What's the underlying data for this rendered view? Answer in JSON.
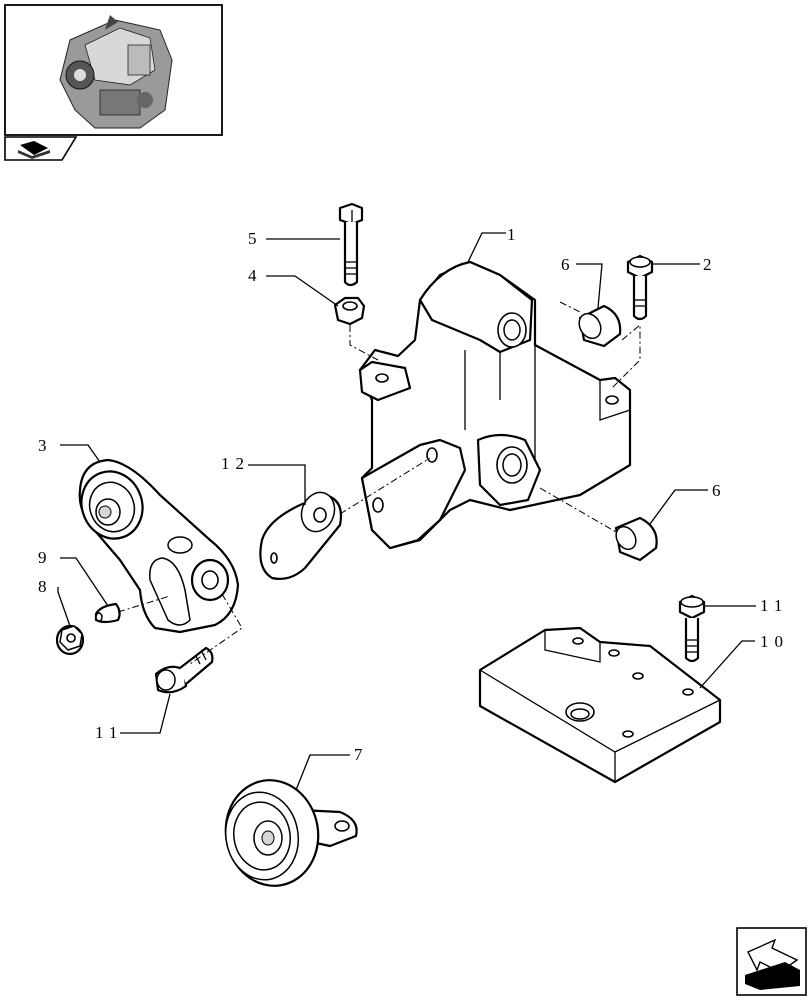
{
  "callouts": [
    {
      "id": "c1",
      "label": "1"
    },
    {
      "id": "c2",
      "label": "2"
    },
    {
      "id": "c3",
      "label": "3"
    },
    {
      "id": "c4",
      "label": "4"
    },
    {
      "id": "c5",
      "label": "5"
    },
    {
      "id": "c6a",
      "label": "6"
    },
    {
      "id": "c6b",
      "label": "6"
    },
    {
      "id": "c7",
      "label": "7"
    },
    {
      "id": "c8",
      "label": "8"
    },
    {
      "id": "c9",
      "label": "9"
    },
    {
      "id": "c10",
      "label": "10"
    },
    {
      "id": "c11a",
      "label": "11"
    },
    {
      "id": "c11b",
      "label": "11"
    },
    {
      "id": "c12",
      "label": "12"
    }
  ],
  "icons": {
    "thumbnail": "engine-thumbnail-icon",
    "tab": "book-arrow-icon",
    "next": "next-page-arrow-icon"
  },
  "colors": {
    "line": "#000000",
    "background": "#ffffff",
    "shade": "#d6d6d6"
  }
}
